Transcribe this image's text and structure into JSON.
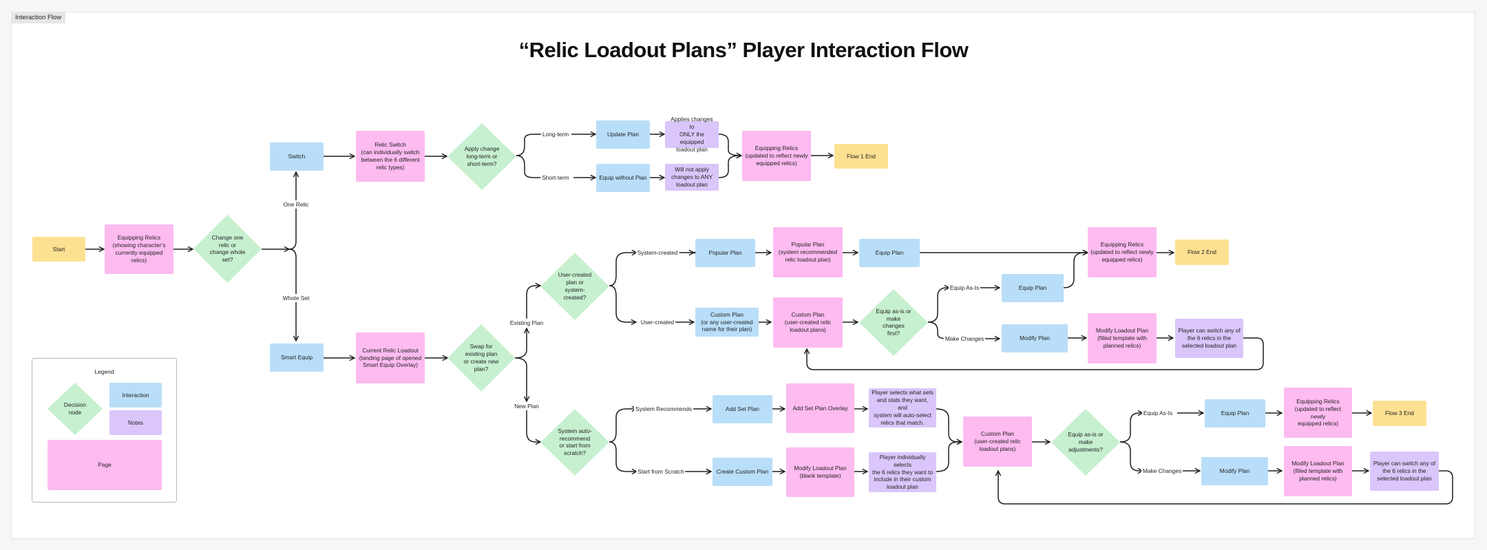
{
  "frame_label": "Interaction Flow",
  "title": "“Relic Loadout Plans” Player Interaction Flow",
  "nodes": {
    "start": "Start",
    "equip_relics_start": "Equipping Relics\n(showing character’s\ncurrently equipped relics)",
    "d_change": "Change one\nrelic or\nchange whole\nset?",
    "switch": "Switch",
    "relic_switch": "Relic Switch\n(can individually switch\nbetween the 6 different\nrelic types)",
    "d_apply": "Apply change\nlong-term or\nshort-term?",
    "update_plan": "Update Plan",
    "equip_without_plan": "Equip without Plan",
    "note_applies": "Applies changes to\nONLY the equipped\nloadout plan",
    "note_will_not": "Will not apply\nchanges to ANY\nloadout plan",
    "equip_relics_f1": "Equipping Relics\n(updated to reflect newly\nequipped relics)",
    "flow1_end": "Flow 1 End",
    "smart_equip": "Smart Equip",
    "current_loadout": "Current Relic Loadout\n(landing page of opened\nSmart Equip Overlay)",
    "d_swap": "Swap for\nexisting plan\nor create new\nplan?",
    "d_user_sys": "User-created\nplan or\nsystem-\ncreated?",
    "popular_plan": "Popular Plan",
    "popular_plan_page": "Popular Plan\n(system recommended\nrelic loadout plan)",
    "equip_plan_f2a": "Equip Plan",
    "equip_relics_f2": "Equipping Relics\n(updated to reflect newly\nequipped relics)",
    "flow2_end": "Flow 2 End",
    "custom_plan_inter": "Custom Plan\n(or any user-created\nname for their plan)",
    "custom_plan_page": "Custom Plan\n(user-created relic\nloadout plans)",
    "d_equip_as_is_first": "Equip as-is or\nmake\nchanges\nfirst?",
    "equip_plan_f2b": "Equip Plan",
    "modify_plan_f2": "Modify Plan",
    "modify_loadout_f2": "Modify Loadout Plan\n(filled template with\nplanned relics)",
    "note_switch_f2": "Player can switch any of\nthe 6 relics in the\nselected loadout plan",
    "d_auto": "System auto-\nrecommend\nor start from\nscratch?",
    "add_set_plan": "Add Set Plan",
    "add_set_overlay": "Add Set Plan Overlay",
    "note_selects_sets": "Player selects what sets\nand stats they want, and\nsystem will auto-select\nrelics that match.",
    "create_custom_plan": "Create Custom Plan",
    "modify_loadout_blank": "Modify Loadout Plan\n(blank template)",
    "note_individually": "Player individually selects\nthe 6 relics they want to\ninclude in their custom\nloadout plan",
    "custom_plan_page_f3": "Custom Plan\n(user-created relic\nloadout plans)",
    "d_equip_adjust": "Equip as-is or\nmake\nadjustments?",
    "equip_plan_f3": "Equip Plan",
    "equip_relics_f3": "Equipping Relics\n(updated to reflect newly\nequipped relics)",
    "flow3_end": "Flow 3 End",
    "modify_plan_f3": "Modify Plan",
    "modify_loadout_f3": "Modify Loadout Plan\n(filled template with\nplanned relics)",
    "note_switch_f3": "Player can switch any of\nthe 6 relics in the\nselected loadout plan"
  },
  "edge_labels": {
    "one_relic": "One Relic",
    "whole_set": "Whole Set",
    "long_term": "Long-term",
    "short_term": "Short-term",
    "existing_plan": "Existing Plan",
    "new_plan": "New Plan",
    "system_created": "System-created",
    "user_created": "User-created",
    "equip_as_is_f2": "Equip As-Is",
    "make_changes_f2": "Make Changes",
    "system_recommends": "System Recommends",
    "start_from_scratch": "Start from Scratch",
    "equip_as_is_f3": "Equip As-Is",
    "make_changes_f3": "Make Changes"
  },
  "legend": {
    "title": "Legend",
    "decision": "Decision\nnode",
    "interaction": "Interaction",
    "notes": "Notes",
    "page": "Page"
  },
  "colors": {
    "start_end": "#fde193",
    "page": "#fdbbf0",
    "interaction": "#b9def9",
    "notes": "#dac6fa",
    "decision": "#c6f0d0",
    "connector": "#1e1e1e"
  }
}
